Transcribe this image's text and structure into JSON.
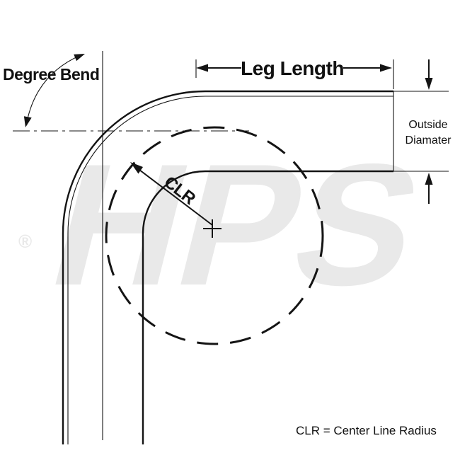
{
  "labels": {
    "degree_bend": "Degree Bend",
    "leg_length": "Leg Length",
    "outside_diameter_line1": "Outside",
    "outside_diameter_line2": "Diamater",
    "clr": "CLR",
    "clr_definition": "CLR = Center Line Radius"
  },
  "watermark": {
    "text": "HPS",
    "registered_mark": "®"
  },
  "colors": {
    "line": "#141414",
    "watermark": "#e9e9e9",
    "background": "#ffffff"
  }
}
